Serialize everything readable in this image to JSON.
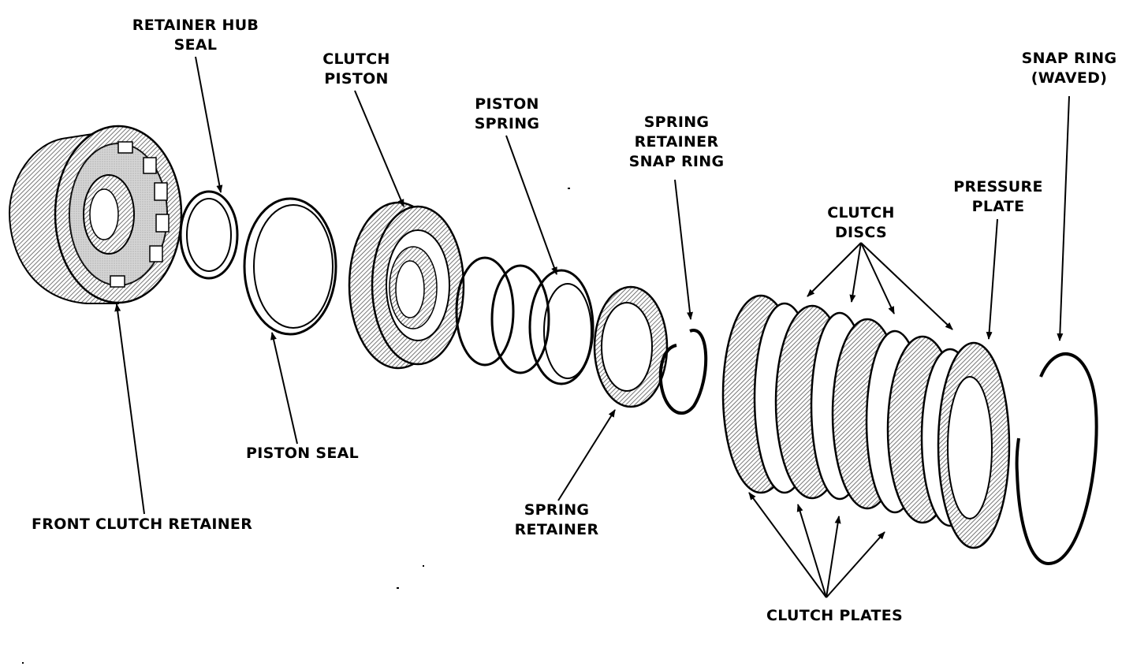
{
  "labels": {
    "retainer_hub_seal": [
      "RETAINER HUB",
      "SEAL"
    ],
    "clutch_piston": [
      "CLUTCH",
      "PISTON"
    ],
    "piston_spring": [
      "PISTON",
      "SPRING"
    ],
    "spring_retainer_snap_ring": [
      "SPRING",
      "RETAINER",
      "SNAP RING"
    ],
    "snap_ring_waved": [
      "SNAP RING",
      "(WAVED)"
    ],
    "pressure_plate": [
      "PRESSURE",
      "PLATE"
    ],
    "clutch_discs": [
      "CLUTCH",
      "DISCS"
    ],
    "piston_seal": "PISTON SEAL",
    "front_clutch_retainer": "FRONT CLUTCH RETAINER",
    "spring_retainer": [
      "SPRING",
      "RETAINER"
    ],
    "clutch_plates": "CLUTCH PLATES"
  }
}
